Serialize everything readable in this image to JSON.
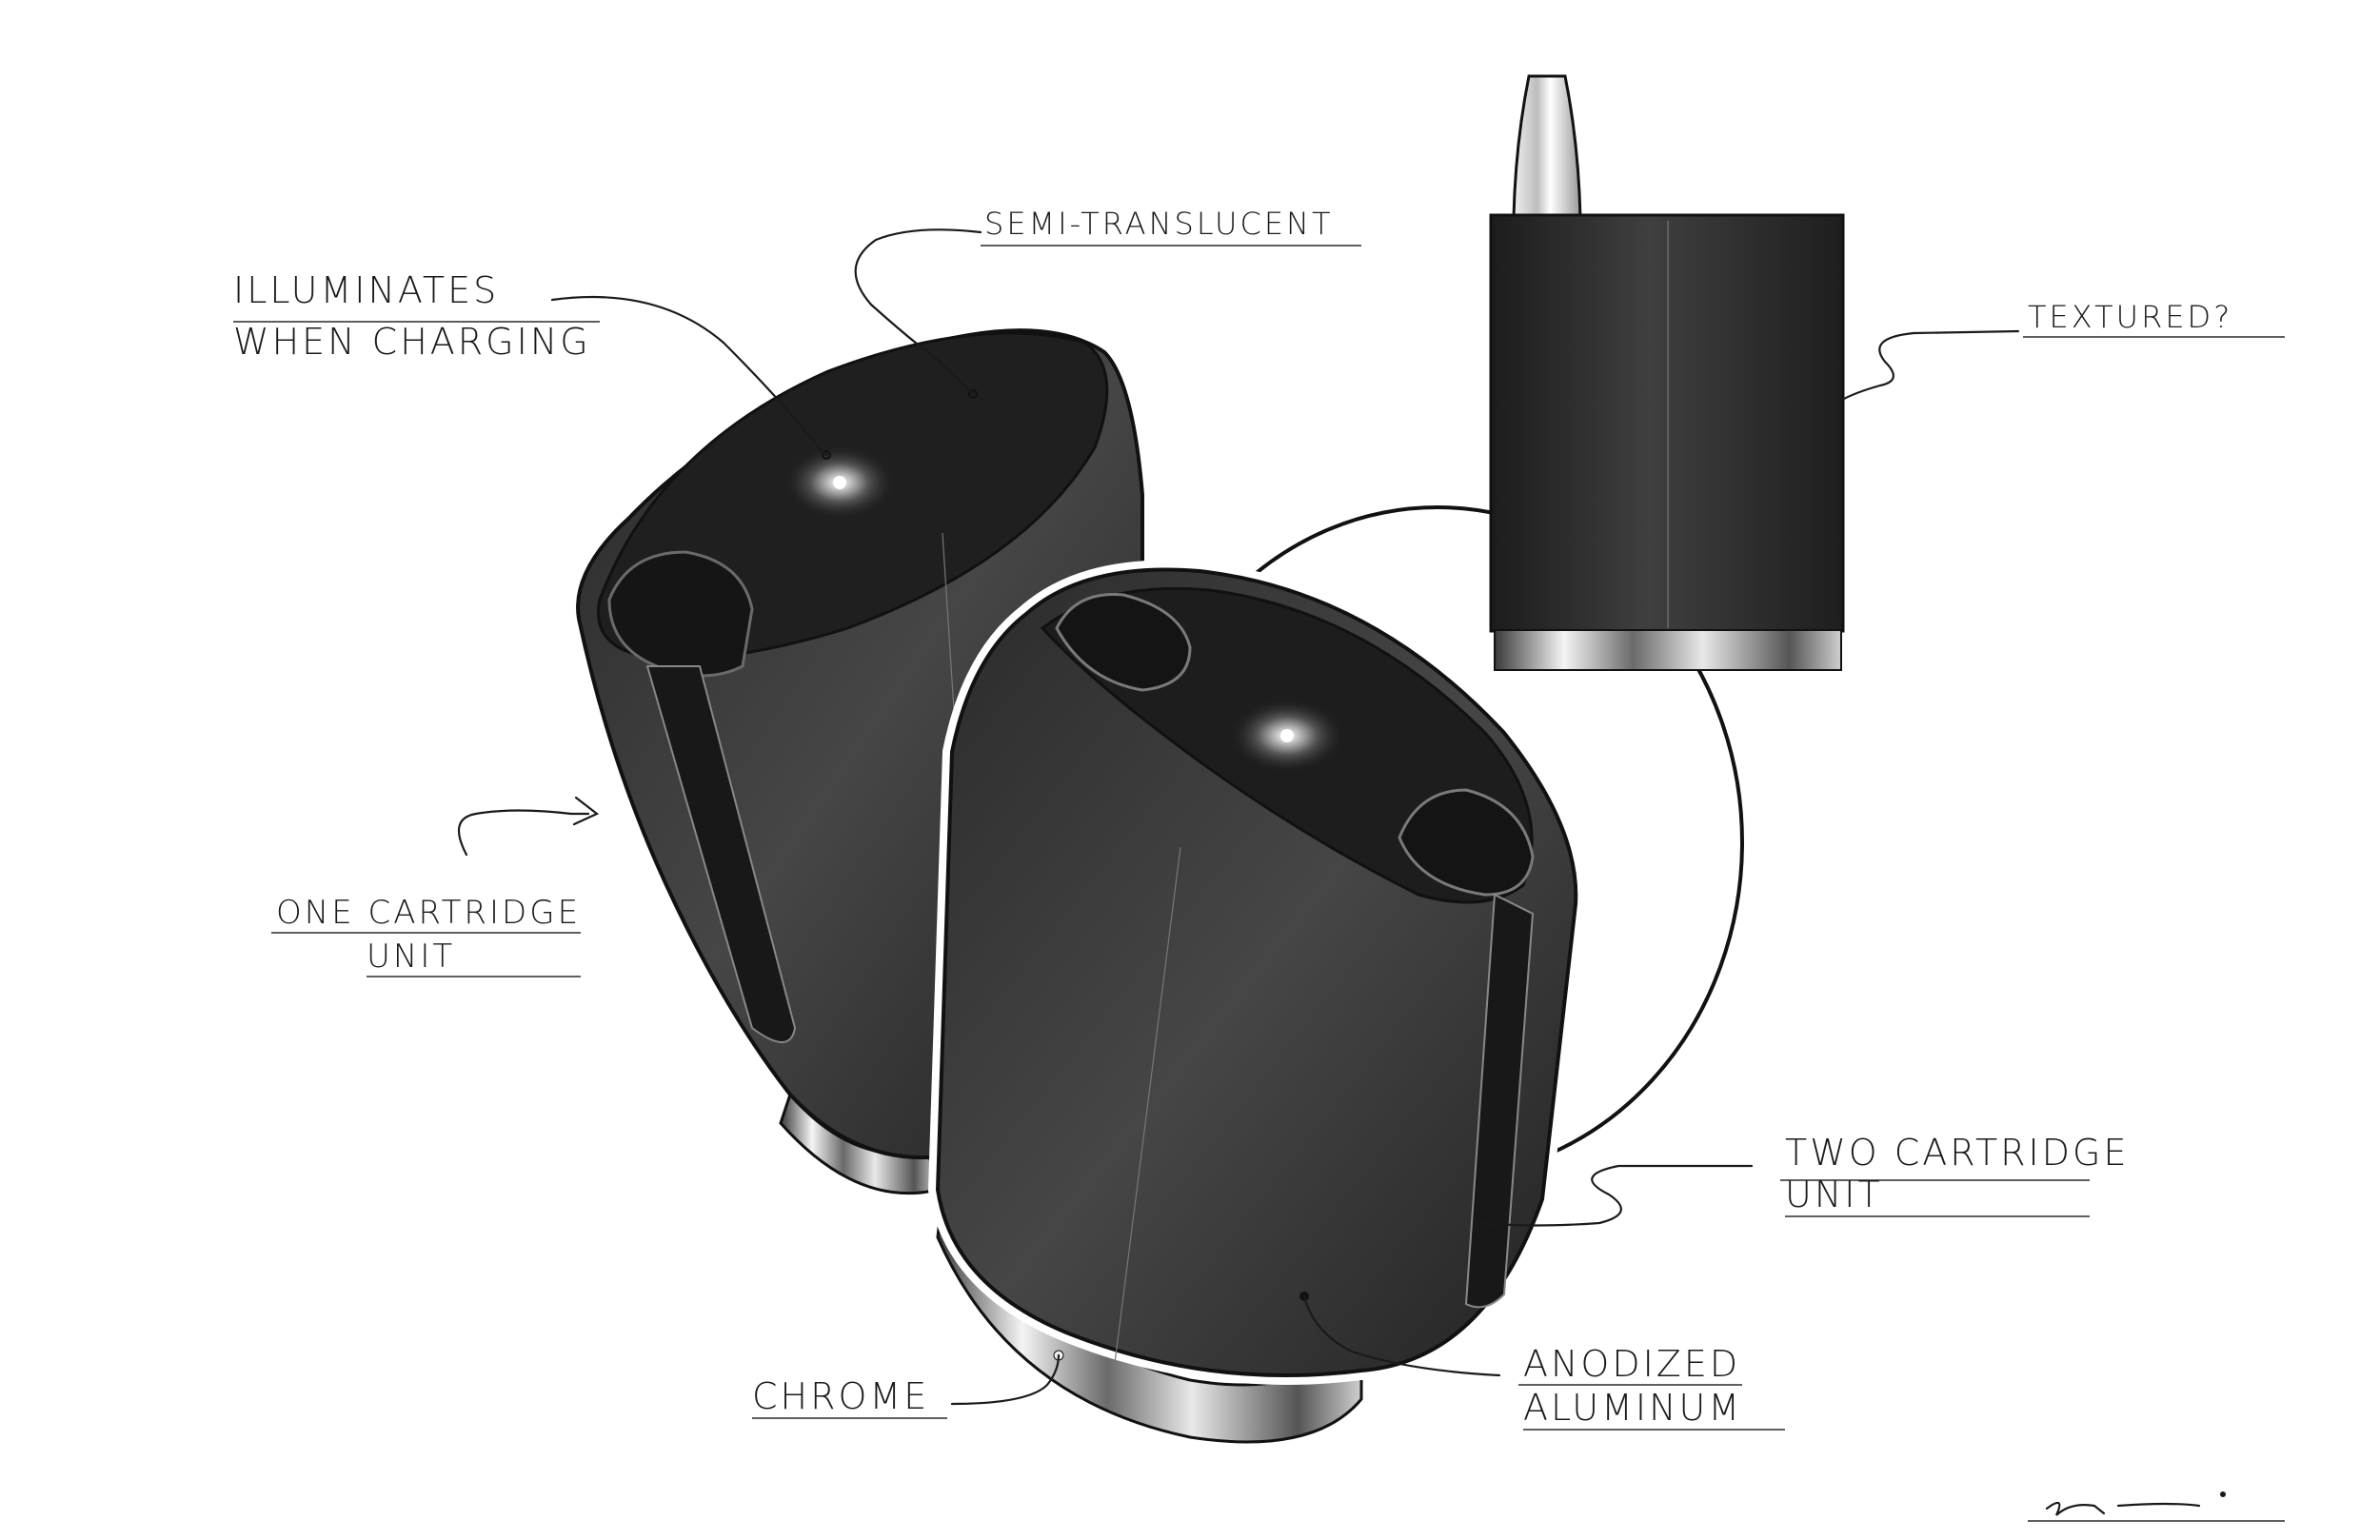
{
  "annotations": {
    "illuminates_line1": "ILLUMINATES",
    "illuminates_line2": "WHEN CHARGING",
    "semi_translucent": "SEMI-TRANSLUCENT",
    "textured": "TEXTURED?",
    "one_cartridge_line1": "ONE CARTRIDGE",
    "one_cartridge_line2": "UNIT",
    "two_cartridge_line1": "TWO CARTRIDGE",
    "two_cartridge_line2": "UNIT",
    "chrome": "CHROME",
    "anodized_line1": "ANODIZED",
    "anodized_line2": "ALUMINUM"
  },
  "colors": {
    "body_dark": "#2b2b2b",
    "body_mid": "#4a4a4a",
    "chrome_light": "#e8e8e8",
    "ink": "#1a1a1a"
  }
}
